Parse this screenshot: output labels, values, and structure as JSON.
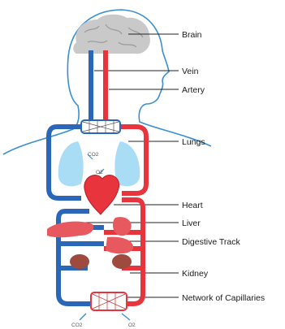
{
  "labels": {
    "brain": "Brain",
    "vein": "Vein",
    "artery": "Artery",
    "lungs": "Lungs",
    "heart": "Heart",
    "liver": "Liver",
    "digestive": "Digestive Track",
    "kidney": "Kidney",
    "capillaries": "Network of Capillaries"
  },
  "gas_labels": {
    "lung_co2": "CO2",
    "lung_o2": "O2",
    "bottom_co2": "CO2",
    "bottom_o2": "O2"
  },
  "colors": {
    "vein": "#2a67b8",
    "artery": "#e8343c",
    "outline": "#3a8fd0",
    "brain": "#c9c9c9",
    "lung": "#a9dcf5",
    "organ": "#e8595f",
    "kidney": "#9e4a3e"
  }
}
